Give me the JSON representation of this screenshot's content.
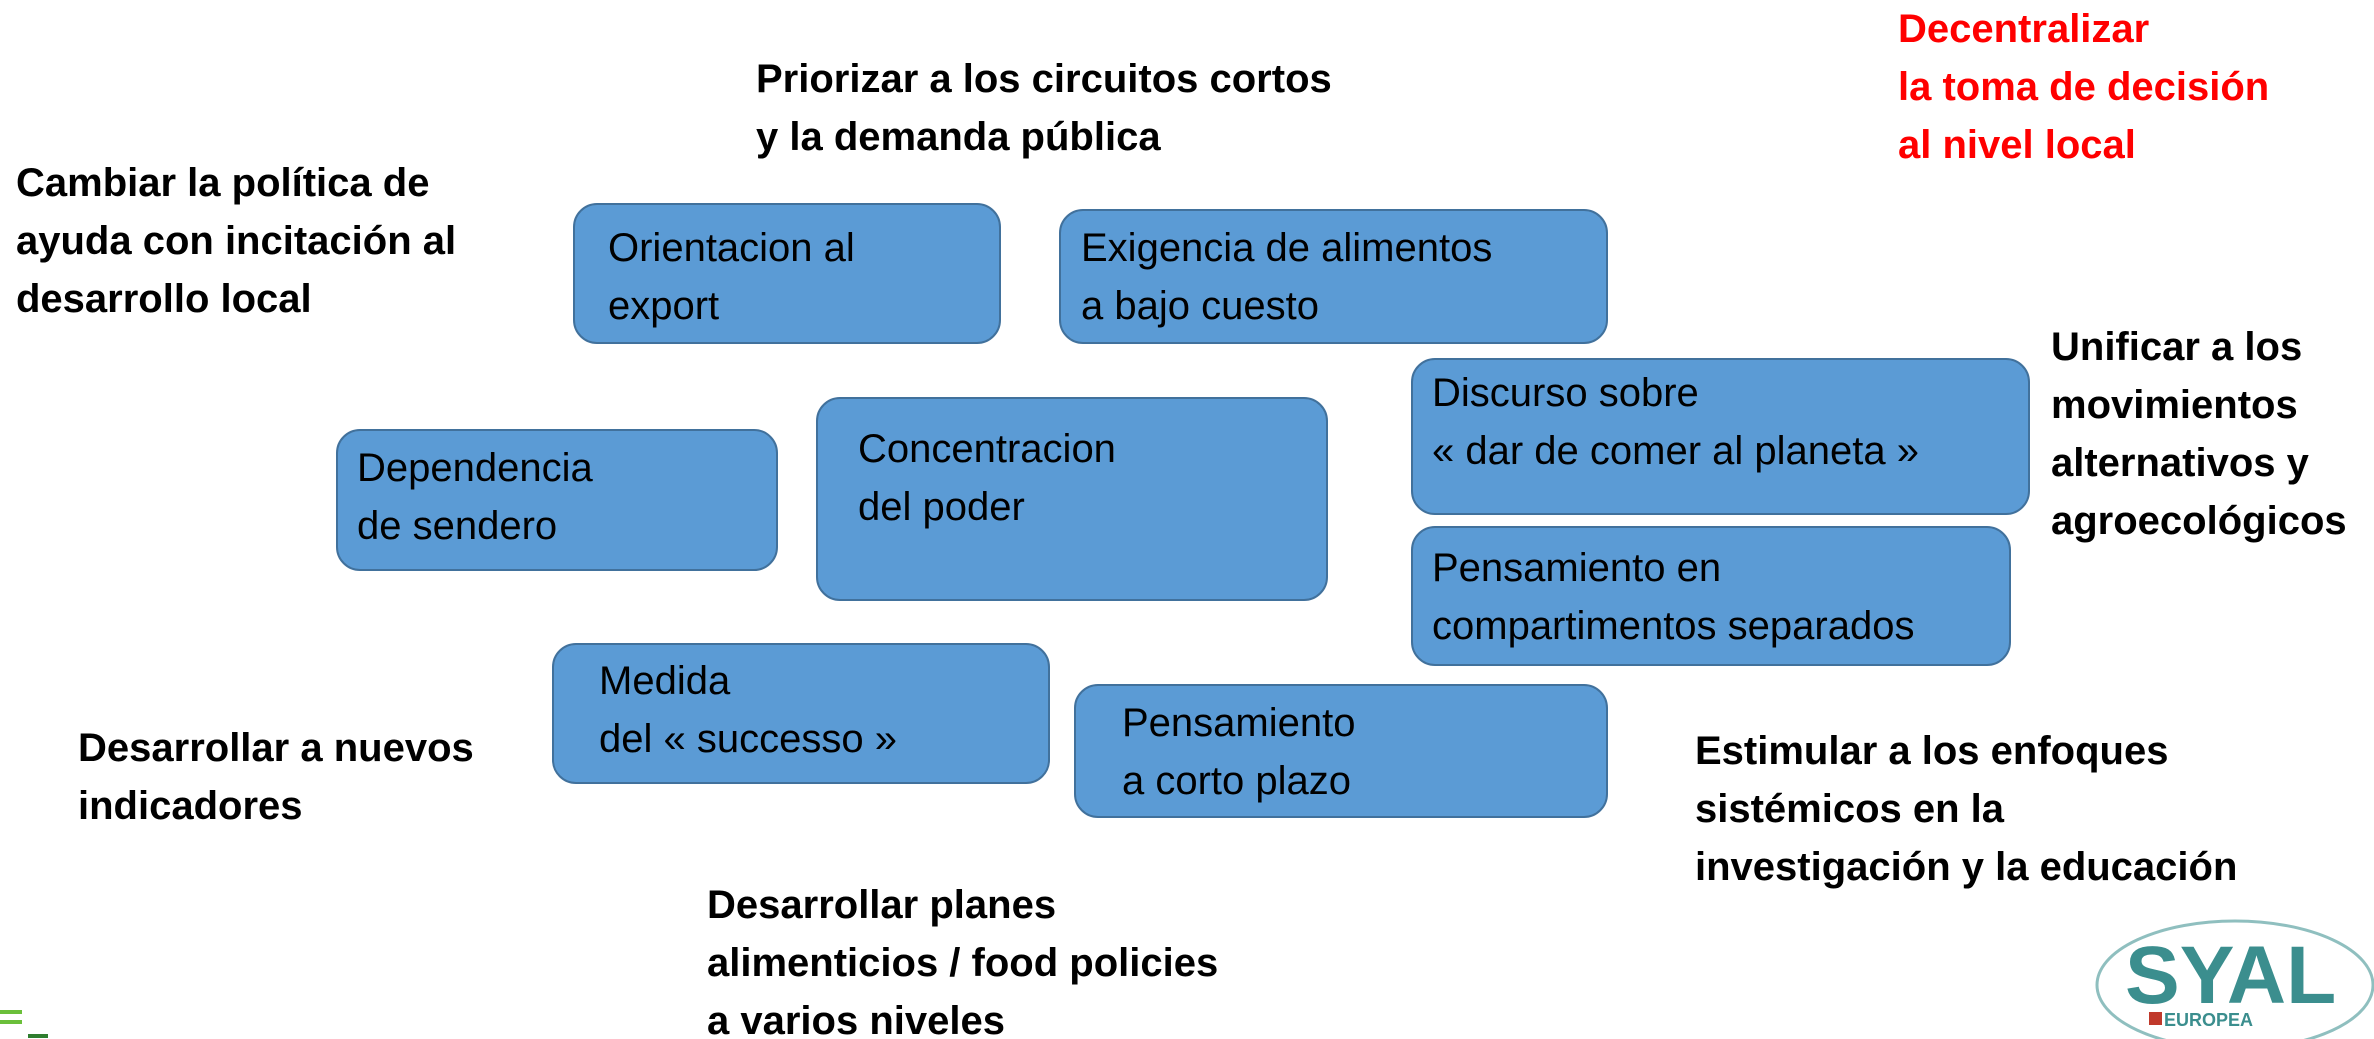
{
  "actions": {
    "priorizar": "Priorizar a los circuitos cortos\ny la demanda pública",
    "decentralizar": "Decentralizar\nla toma de decisión\nal nivel local",
    "cambiar": "Cambiar la política de\nayuda con incitación al\ndesarrollo local",
    "unificar": "Unificar a los\nmovimientos\nalternativos y\nagroecológicos",
    "desarrollar_indicadores": "Desarrollar a nuevos\nindicadores",
    "estimular": "Estimular a los enfoques\nsistémicos en la\ninvestigación y la educación",
    "desarrollar_planes": "Desarrollar planes\nalimenticios / food policies\na varios niveles"
  },
  "barriers": {
    "orientacion": "Orientacion al\nexport",
    "exigencia": "Exigencia de alimentos\na bajo cuesto",
    "discurso": "Discurso sobre\n« dar de comer al planeta »",
    "dependencia": "Dependencia\nde sendero",
    "concentracion": "Concentracion\ndel poder",
    "pensamiento_comp": "Pensamiento en\ncompartimentos separados",
    "medida": "Medida\ndel « successo »",
    "pensamiento_corto": "Pensamiento\na corto plazo"
  },
  "logo": {
    "text": "SYAL",
    "subtext": "EUROPEA"
  },
  "colors": {
    "box_fill": "#5b9bd5",
    "box_border": "#41719c",
    "accent_red": "#ff0000",
    "logo_teal": "#3b8e8e",
    "corner_green": "#6bbf3a"
  }
}
